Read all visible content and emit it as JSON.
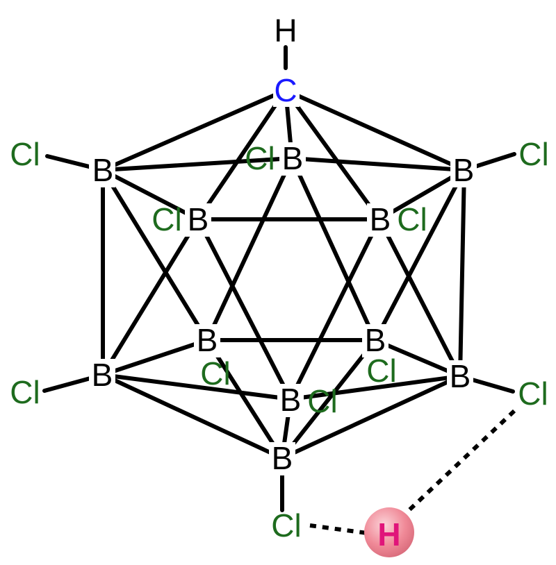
{
  "diagram": {
    "colors": {
      "boron": "#000000",
      "carbon": "#1a1aff",
      "hydrogen": "#000000",
      "chlorine": "#1e6b1e",
      "proton_text": "#e0157a",
      "proton_ball": "#f08a98",
      "bond": "#000000"
    },
    "atoms": {
      "h_top": "H",
      "c_top": "C",
      "b1": "B",
      "b2": "B",
      "b3": "B",
      "b4": "B",
      "b5": "B",
      "b6": "B",
      "b7": "B",
      "b8": "B",
      "b9": "B",
      "b10": "B",
      "b11": "B",
      "cl1": "Cl",
      "cl2": "Cl",
      "cl3": "Cl",
      "cl4": "Cl",
      "cl5": "Cl",
      "cl6": "Cl",
      "cl7": "Cl",
      "cl8": "Cl",
      "cl9": "Cl",
      "cl10": "Cl",
      "cl11": "Cl",
      "proton": "H"
    }
  }
}
